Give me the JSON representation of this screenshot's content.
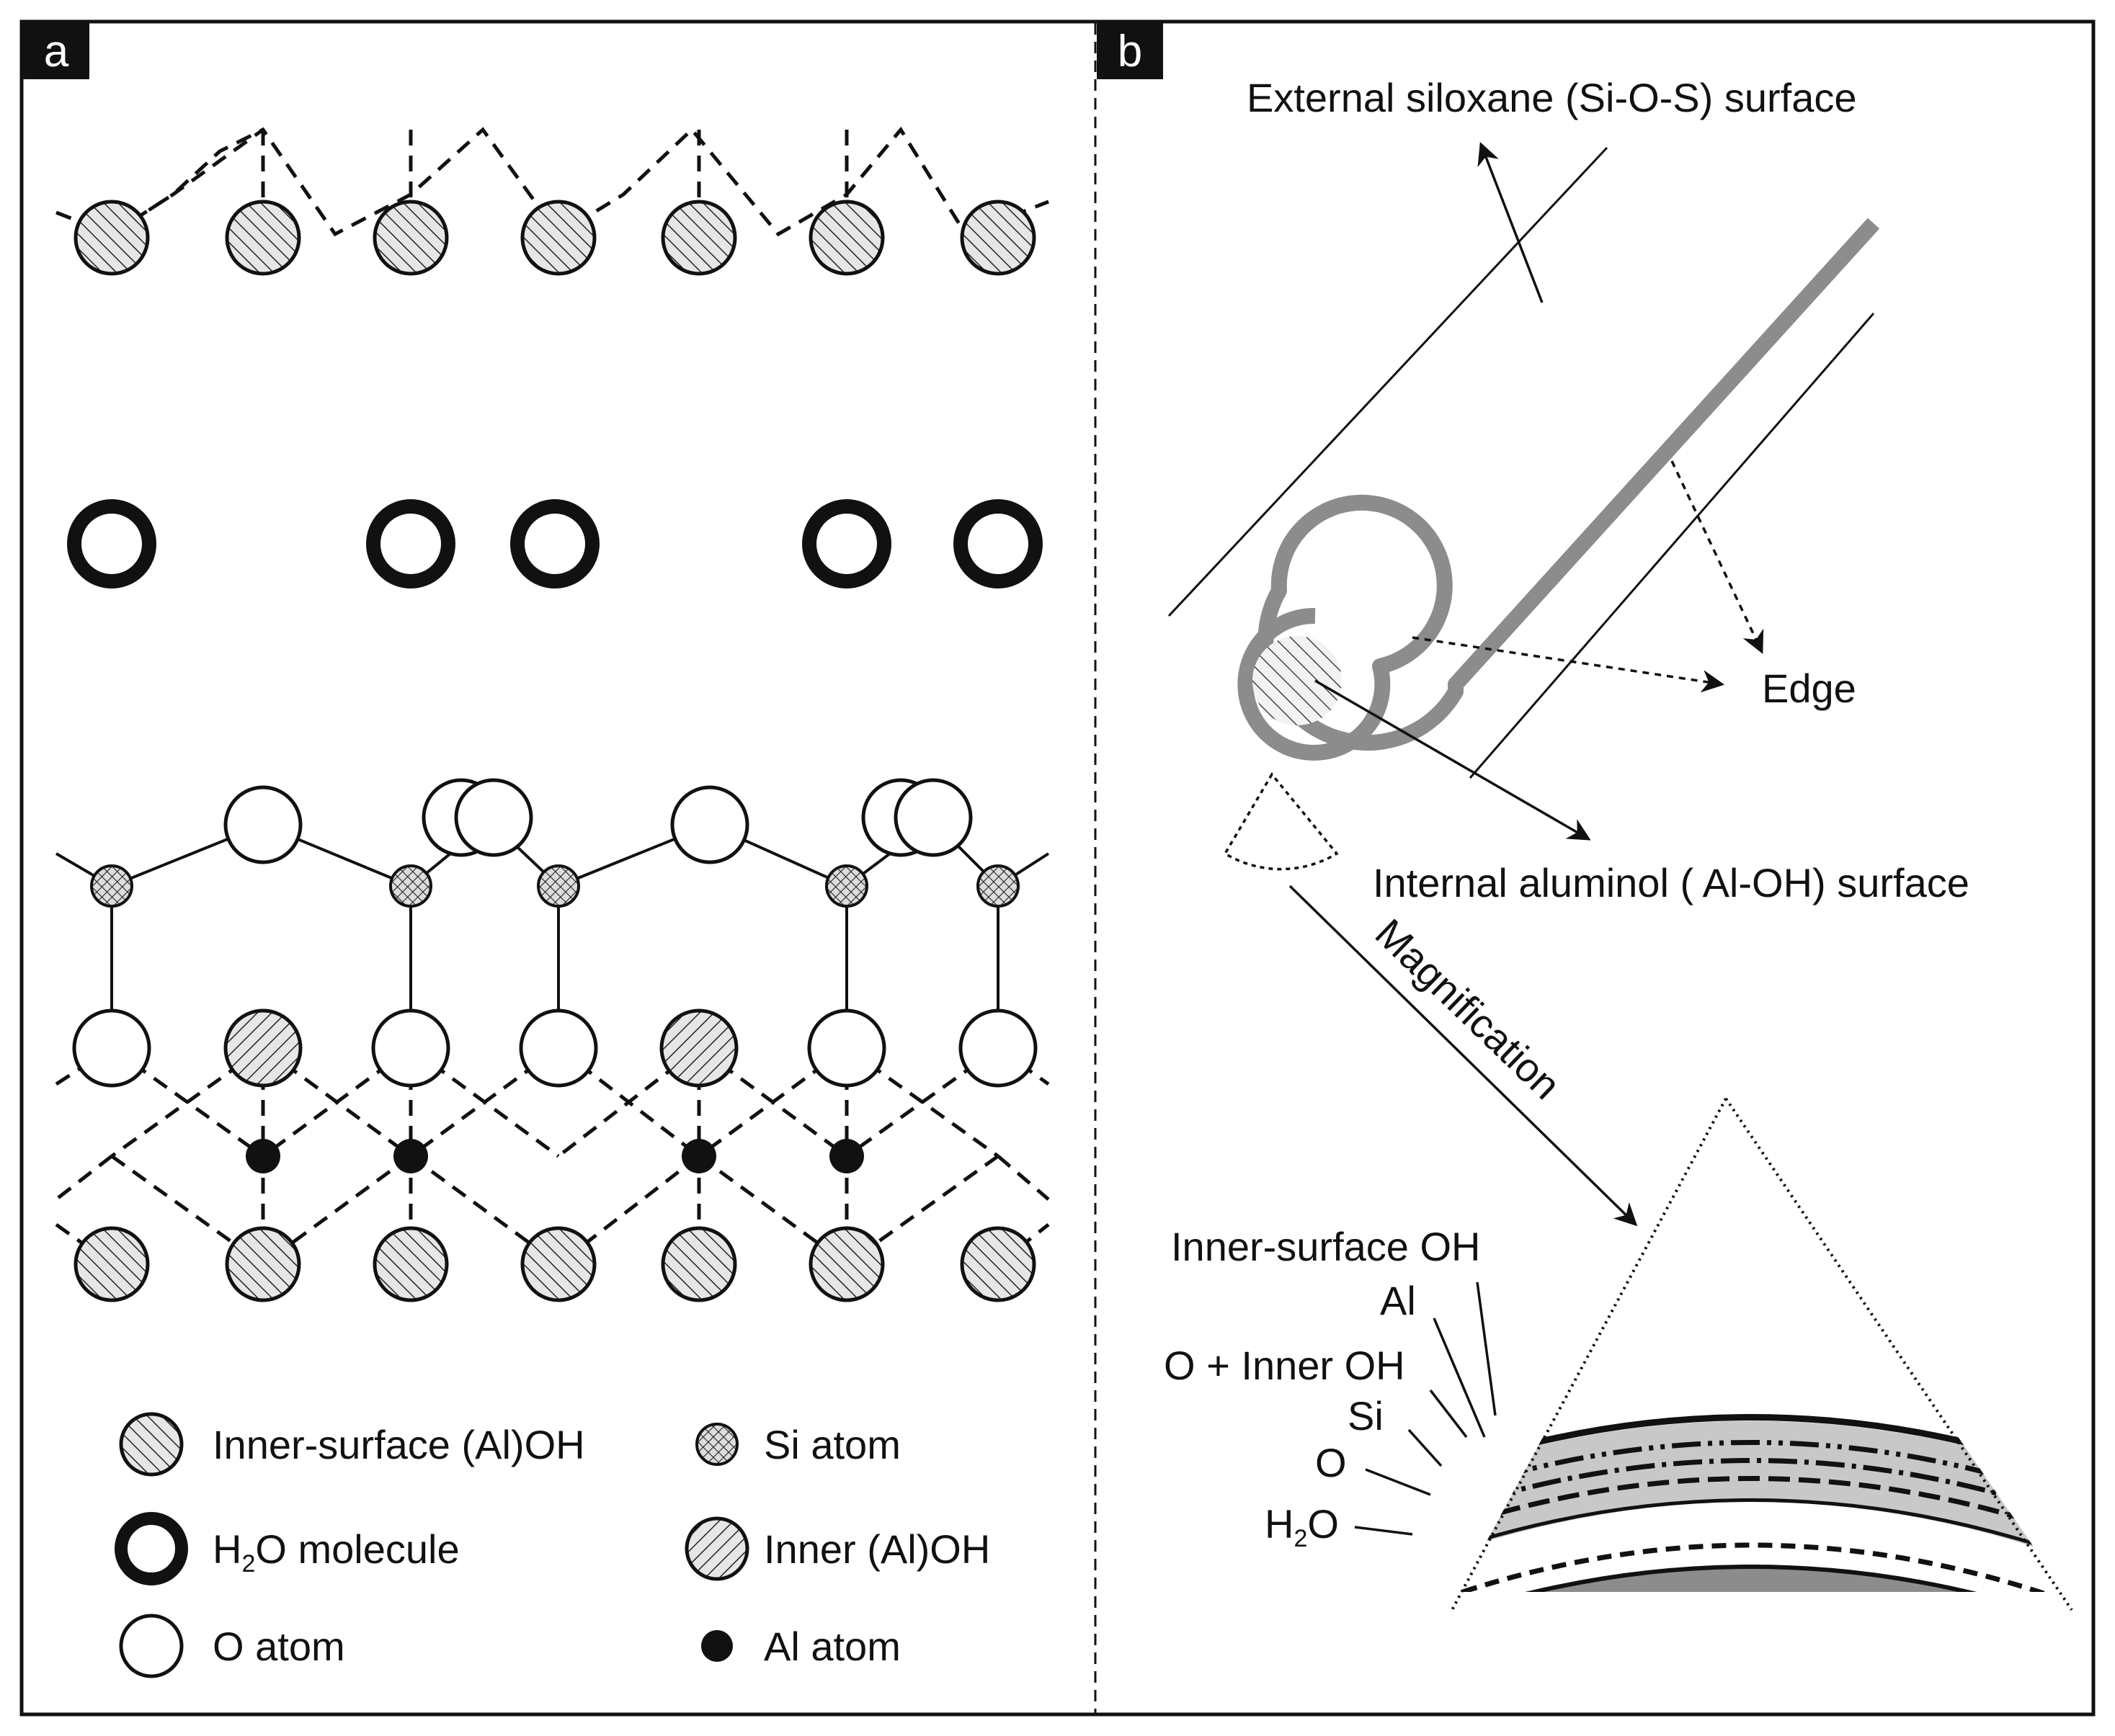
{
  "panel_a": {
    "label": "a",
    "legend": {
      "inner_surface_oh": "Inner-surface (Al)OH",
      "h2o_prefix": "H",
      "h2o_sub": "2",
      "h2o_suffix": "O molecule",
      "o_atom": "O atom",
      "si_atom": "Si atom",
      "inner_oh": "Inner (Al)OH",
      "al_atom": "Al atom"
    }
  },
  "panel_b": {
    "label": "b",
    "external_surface": "External siloxane (Si-O-S) surface",
    "edge": "Edge",
    "internal_surface": "Internal aluminol ( Al-OH) surface",
    "magnification": "Magnification",
    "layers": {
      "inner_surface_oh": "Inner-surface OH",
      "al": "Al",
      "o_inner_oh": "O + Inner OH",
      "si": "Si",
      "o": "O",
      "h2o_prefix": "H",
      "h2o_sub": "2",
      "h2o_suffix": "O"
    }
  },
  "colors": {
    "ink": "#111111",
    "gray_band": "#8c8c8c",
    "light_gray": "#c8c8c8",
    "hatch_fill": "#e6e6e6"
  },
  "icons": [
    "hatched-circle-icon",
    "crosshatched-circle-icon",
    "ring-icon",
    "open-circle-icon",
    "filled-dot-icon",
    "arrow-icon"
  ]
}
